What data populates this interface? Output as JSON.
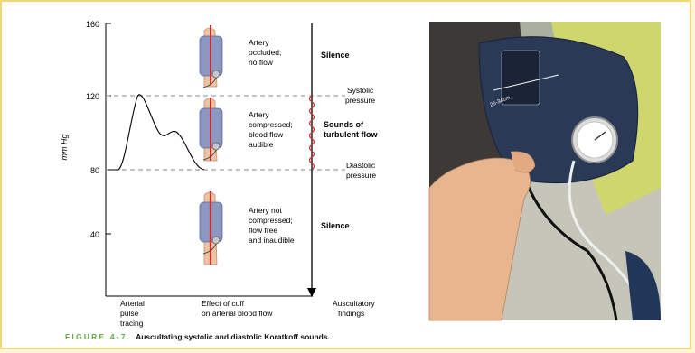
{
  "figure": {
    "y_axis_label": "mm Hg",
    "y_ticks": [
      "160",
      "120",
      "80",
      "40"
    ],
    "bottom_labels": {
      "col1": [
        "Arterial",
        "pulse",
        "tracing"
      ],
      "col2": [
        "Effect of cuff",
        "on arterial blood flow"
      ],
      "col3": [
        "Auscultatory",
        "findings"
      ]
    },
    "cuff_states": [
      {
        "lines": [
          "Artery",
          "occluded;",
          "no flow"
        ],
        "finding": "Silence"
      },
      {
        "lines": [
          "Artery",
          "compressed;",
          "blood flow",
          "audible"
        ],
        "finding_lines": [
          "Sounds of",
          "turbulent flow"
        ]
      },
      {
        "lines": [
          "Artery not",
          "compressed;",
          "flow free",
          "and inaudible"
        ],
        "finding": "Silence"
      }
    ],
    "pressure_labels": {
      "systolic": [
        "Systolic",
        "pressure"
      ],
      "diastolic": [
        "Diastolic",
        "pressure"
      ]
    },
    "photo_cuff_text": "25-34cm"
  },
  "caption": {
    "figure_number": "FIGURE 4-7.",
    "text": "Auscultating systolic and diastolic Koratkoff sounds."
  },
  "colors": {
    "frame": "#f1d77a",
    "caption_accent": "#62a844",
    "artery": "#d12a2a",
    "cuff": "#8c97c2"
  }
}
